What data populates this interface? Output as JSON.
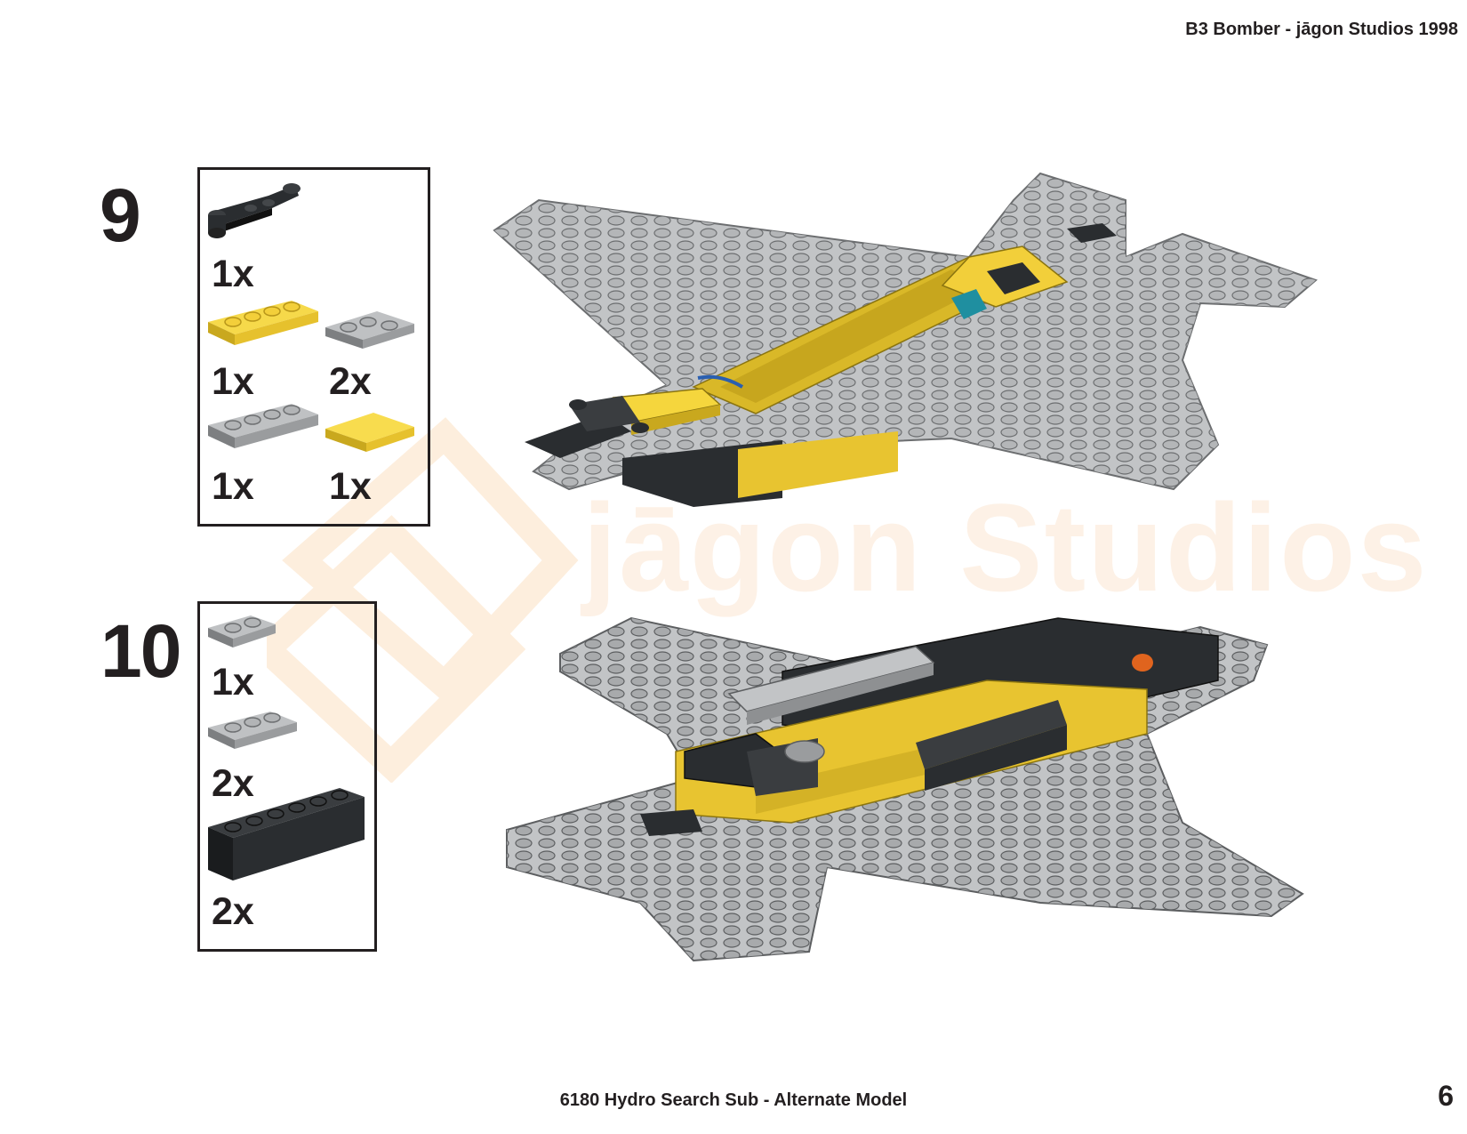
{
  "header": {
    "title": "B3 Bomber - jāgon Studios 1998"
  },
  "footer": {
    "caption": "6180 Hydro Search Sub - Alternate Model",
    "page_number": "6"
  },
  "watermark": {
    "text": "jāgon Studios"
  },
  "steps": [
    {
      "number": "9",
      "parts": [
        {
          "icon": "black-hinge-plate-icon",
          "color": "#2a2d30",
          "qty": "1x"
        },
        {
          "icon": "yellow-plate-1x4-icon",
          "color": "#f3cf3a",
          "qty": "1x"
        },
        {
          "icon": "gray-corner-plate-icon",
          "color": "#a6a8aa",
          "qty": "2x"
        },
        {
          "icon": "gray-plate-1x4-icon",
          "color": "#a6a8aa",
          "qty": "1x"
        },
        {
          "icon": "yellow-tile-2x2-icon",
          "color": "#f5d63d",
          "qty": "1x"
        }
      ]
    },
    {
      "number": "10",
      "parts": [
        {
          "icon": "gray-plate-1x2-icon",
          "color": "#a6a8aa",
          "qty": "1x"
        },
        {
          "icon": "gray-plate-1x3-icon",
          "color": "#a6a8aa",
          "qty": "2x"
        },
        {
          "icon": "black-brick-1x6-icon",
          "color": "#2a2d30",
          "qty": "2x"
        }
      ]
    }
  ],
  "colors": {
    "gray": "#a6a8aa",
    "yellow": "#f3cf3a",
    "black": "#2a2d30",
    "teal": "#1f8fa0",
    "orange": "#e0641e"
  }
}
